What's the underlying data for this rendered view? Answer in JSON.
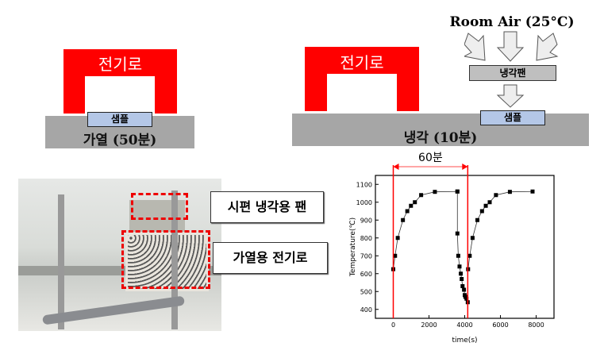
{
  "heating_diagram": {
    "furnace_label": "전기로",
    "sample_label": "샘플",
    "base_label": "가열 (50분)"
  },
  "cooling_diagram": {
    "furnace_label": "전기로",
    "sample_label": "샘플",
    "base_label": "냉각 (10분)",
    "room_air_label": "Room Air (25°C)",
    "fan_label": "냉각팬"
  },
  "photo": {
    "fan_label": "시편 냉각용 팬",
    "furnace_label": "가열용 전기로"
  },
  "colors": {
    "furnace": "#ff0000",
    "base": "#a6a6a6",
    "sample": "#b4c7e7",
    "fan": "#bfbfbf"
  },
  "chart_data": {
    "type": "scatter",
    "title": "",
    "xlabel": "time(s)",
    "ylabel": "Temperature(℃)",
    "xlim": [
      -1000,
      9000
    ],
    "ylim": [
      350,
      1150
    ],
    "xticks": [
      0,
      2000,
      4000,
      6000,
      8000
    ],
    "yticks": [
      400,
      500,
      600,
      700,
      800,
      900,
      1000,
      1100
    ],
    "grid": false,
    "annotation": {
      "label": "60분",
      "x_start": 0,
      "x_end": 4170
    },
    "series": [
      {
        "name": "heating",
        "x": [
          0,
          100,
          250,
          540,
          785,
          990,
          1210,
          1560,
          2330,
          3590
        ],
        "y": [
          625,
          700,
          800,
          900,
          950,
          980,
          1000,
          1040,
          1058,
          1060
        ]
      },
      {
        "name": "cooling",
        "x": [
          3590,
          3590,
          3640,
          3710,
          3780,
          3830,
          3880,
          3960,
          4000,
          4040,
          4100,
          4170
        ],
        "y": [
          1060,
          825,
          700,
          640,
          600,
          570,
          530,
          510,
          480,
          470,
          460,
          440
        ]
      },
      {
        "name": "reheating",
        "x": [
          4190,
          4280,
          4440,
          4710,
          4970,
          5180,
          5400,
          5750,
          6530,
          7800
        ],
        "y": [
          625,
          700,
          800,
          900,
          950,
          980,
          1000,
          1040,
          1058,
          1060
        ]
      }
    ]
  }
}
